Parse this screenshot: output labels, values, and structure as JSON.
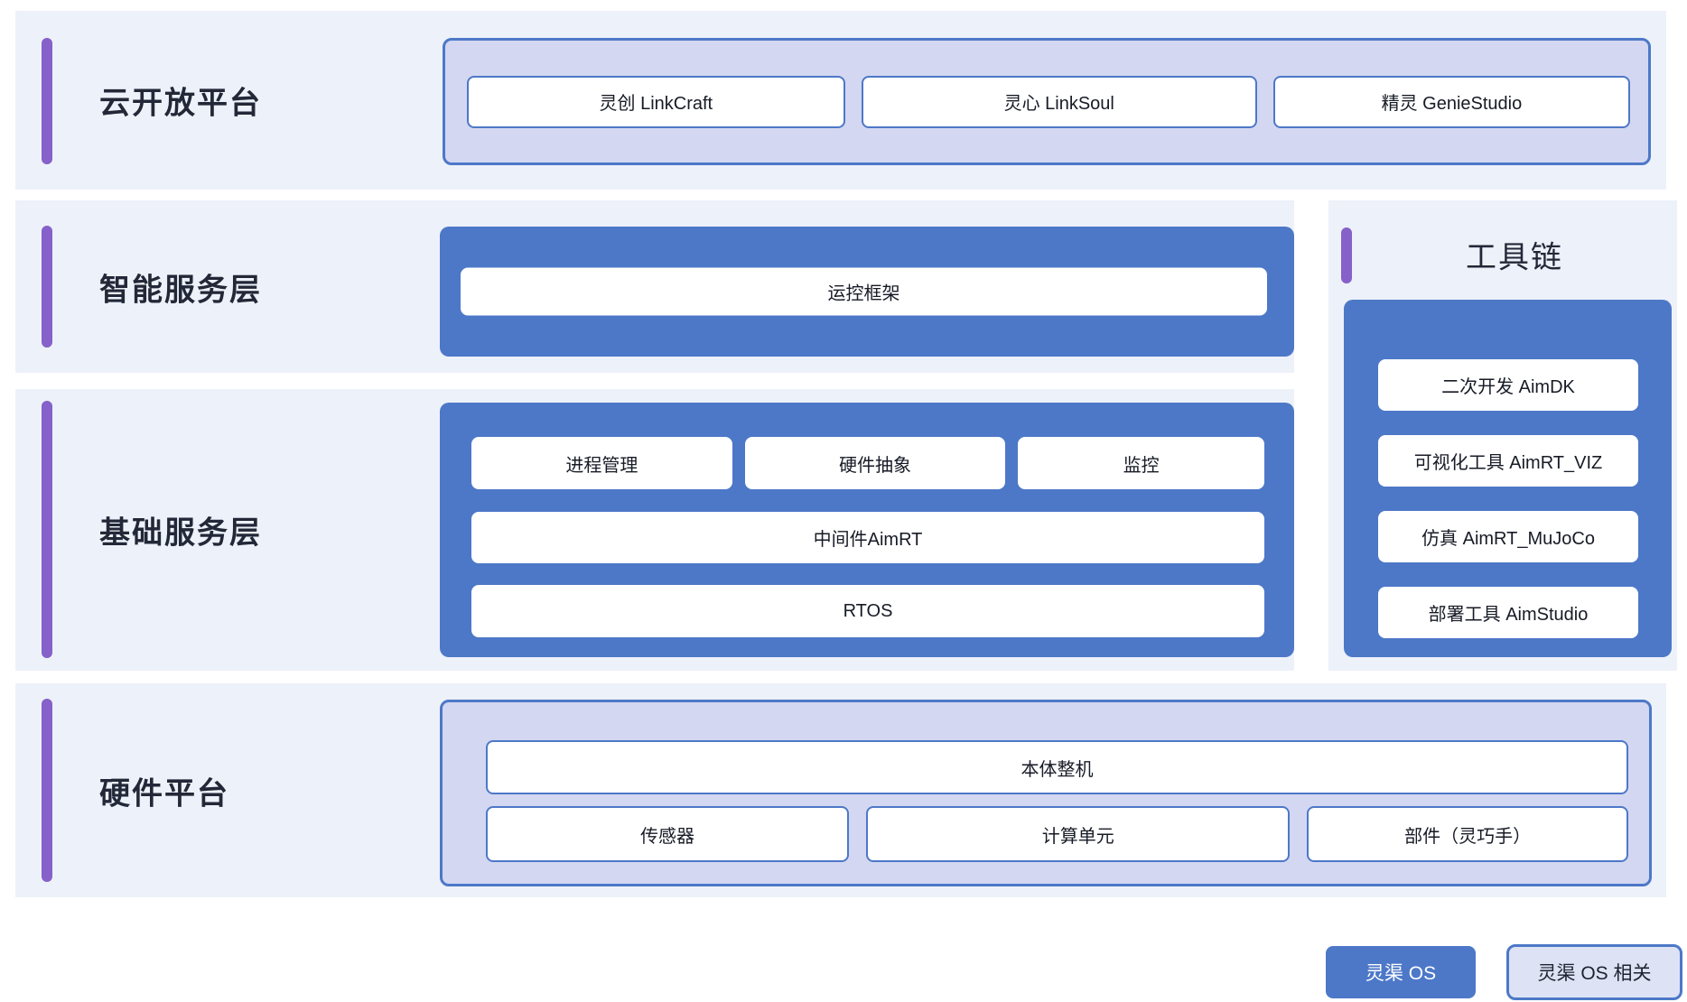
{
  "cloud": {
    "title": "云开放平台",
    "boxes": {
      "linkcraft": "灵创 LinkCraft",
      "linksoul": "灵心 LinkSoul",
      "geniestudio": "精灵 GenieStudio"
    }
  },
  "intelligent": {
    "title": "智能服务层",
    "framework": "运控框架"
  },
  "basic": {
    "title": "基础服务层",
    "process": "进程管理",
    "hal": "硬件抽象",
    "monitor": "监控",
    "middleware": "中间件AimRT",
    "rtos": "RTOS"
  },
  "toolchain": {
    "title": "工具链",
    "aimdk": "二次开发 AimDK",
    "viz": "可视化工具 AimRT_VIZ",
    "mujoco": "仿真 AimRT_MuJoCo",
    "aimstudio": "部署工具 AimStudio"
  },
  "hardware": {
    "title": "硬件平台",
    "body": "本体整机",
    "sensor": "传感器",
    "compute": "计算单元",
    "parts": "部件（灵巧手）"
  },
  "legend": {
    "os": "灵渠 OS",
    "related": "灵渠 OS 相关"
  },
  "colors": {
    "blue": "#4d78c8",
    "lavender": "#d3d7f1",
    "section_bg": "#edf1f9",
    "purple": "#8561c9",
    "title_text": "#232838",
    "legend_outline_bg": "#dde2f4"
  }
}
